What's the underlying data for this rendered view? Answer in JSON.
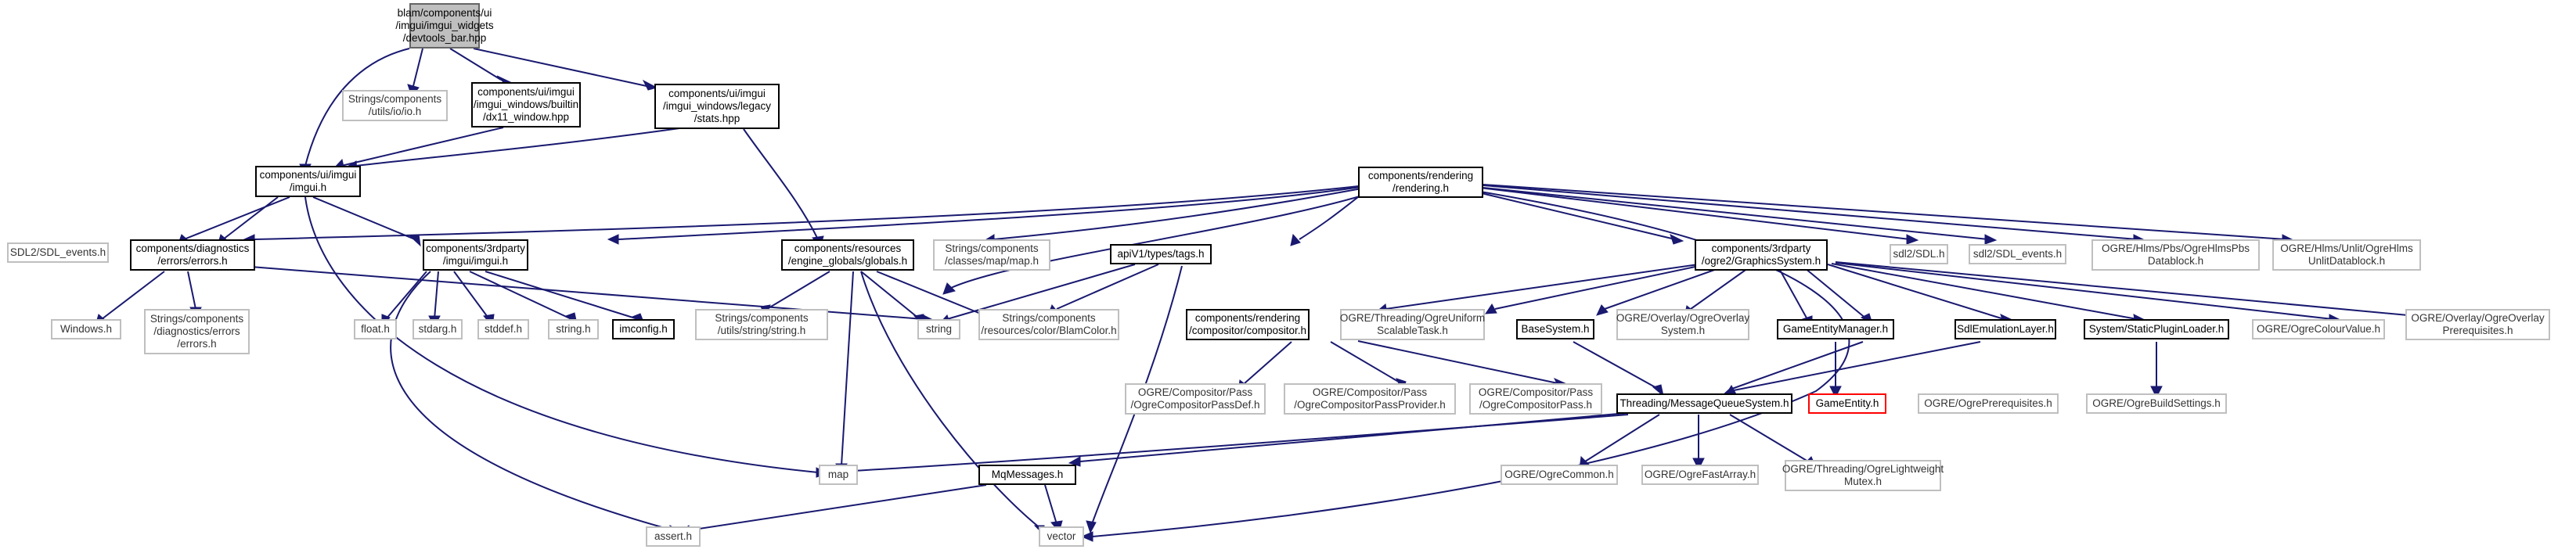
{
  "nodes": {
    "root": [
      "blam/components/ui",
      "/imgui/imgui_widgets",
      "/devtools_bar.hpp"
    ],
    "imgui_h": [
      "components/ui/imgui",
      "/imgui.h"
    ],
    "iolio": [
      "Strings/components",
      "/utils/io/io.h"
    ],
    "dx11_window": [
      "components/ui/imgui",
      "/imgui_windows/builtin",
      "/dx11_window.hpp"
    ],
    "stats": [
      "components/ui/imgui",
      "/imgui_windows/legacy",
      "/stats.hpp"
    ],
    "rendering": [
      "components/rendering",
      "/rendering.h"
    ],
    "sdl2_events_left": [
      "SDL2/SDL_events.h"
    ],
    "errors": [
      "components/diagnostics",
      "/errors/errors.h"
    ],
    "imgui_3rdparty": [
      "components/3rdparty",
      "/imgui/imgui.h"
    ],
    "globals": [
      "components/resources",
      "/engine_globals/globals.h"
    ],
    "map_h": [
      "Strings/components",
      "/classes/map/map.h"
    ],
    "tags": [
      "apiV1/types/tags.h"
    ],
    "graphics_system": [
      "components/3rdparty",
      "/ogre2/GraphicsSystem.h"
    ],
    "sdl_h": [
      "sdl2/SDL.h"
    ],
    "sdl_events": [
      "sdl2/SDL_events.h"
    ],
    "pbs_datablock": [
      "OGRE/Hlms/Pbs/OgreHlmsPbs",
      "Datablock.h"
    ],
    "unlit_datablock": [
      "OGRE/Hlms/Unlit/OgreHlms",
      "UnlitDatablock.h"
    ],
    "windows_h": [
      "Windows.h"
    ],
    "strings_errors": [
      "Strings/components",
      "/diagnostics/errors",
      "/errors.h"
    ],
    "float_h": [
      "float.h"
    ],
    "stdarg_h": [
      "stdarg.h"
    ],
    "stddef_h": [
      "stddef.h"
    ],
    "string_h": [
      "string.h"
    ],
    "imconfig": [
      "imconfig.h"
    ],
    "strings_string": [
      "Strings/components",
      "/utils/string/string.h"
    ],
    "string_std": [
      "string"
    ],
    "blam_color": [
      "Strings/components",
      "/resources/color/BlamColor.h"
    ],
    "compositor": [
      "components/rendering",
      "/compositor/compositor.h"
    ],
    "uniform_task": [
      "OGRE/Threading/OgreUniform",
      "ScalableTask.h"
    ],
    "base_system": [
      "BaseSystem.h"
    ],
    "overlay_system": [
      "OGRE/Overlay/OgreOverlay",
      "System.h"
    ],
    "game_entity_manager": [
      "GameEntityManager.h"
    ],
    "sdl_emulation": [
      "SdlEmulationLayer.h"
    ],
    "static_plugin": [
      "System/StaticPluginLoader.h"
    ],
    "colour_value": [
      "OGRE/OgreColourValue.h"
    ],
    "overlay_prereq": [
      "OGRE/Overlay/OgreOverlay",
      "Prerequisites.h"
    ],
    "pass_def": [
      "OGRE/Compositor/Pass",
      "/OgreCompositorPassDef.h"
    ],
    "pass_provider": [
      "OGRE/Compositor/Pass",
      "/OgreCompositorPassProvider.h"
    ],
    "pass_h": [
      "OGRE/Compositor/Pass",
      "/OgreCompositorPass.h"
    ],
    "message_queue": [
      "Threading/MessageQueueSystem.h"
    ],
    "game_entity": [
      "GameEntity.h"
    ],
    "ogre_prereq": [
      "OGRE/OgrePrerequisites.h"
    ],
    "build_settings": [
      "OGRE/OgreBuildSettings.h"
    ],
    "map_std": [
      "map"
    ],
    "mq_messages": [
      "MqMessages.h"
    ],
    "ogre_common": [
      "OGRE/OgreCommon.h"
    ],
    "fast_array": [
      "OGRE/OgreFastArray.h"
    ],
    "lightweight_mutex": [
      "OGRE/Threading/OgreLightweight",
      "Mutex.h"
    ],
    "assert_h": [
      "assert.h"
    ],
    "vector_std": [
      "vector"
    ]
  },
  "colors": {
    "edge": "#191970",
    "node_border": "#000000",
    "external_border": "#bfbfbf",
    "root_fill": "#bfbfbf",
    "missing_border": "#ff0000"
  }
}
